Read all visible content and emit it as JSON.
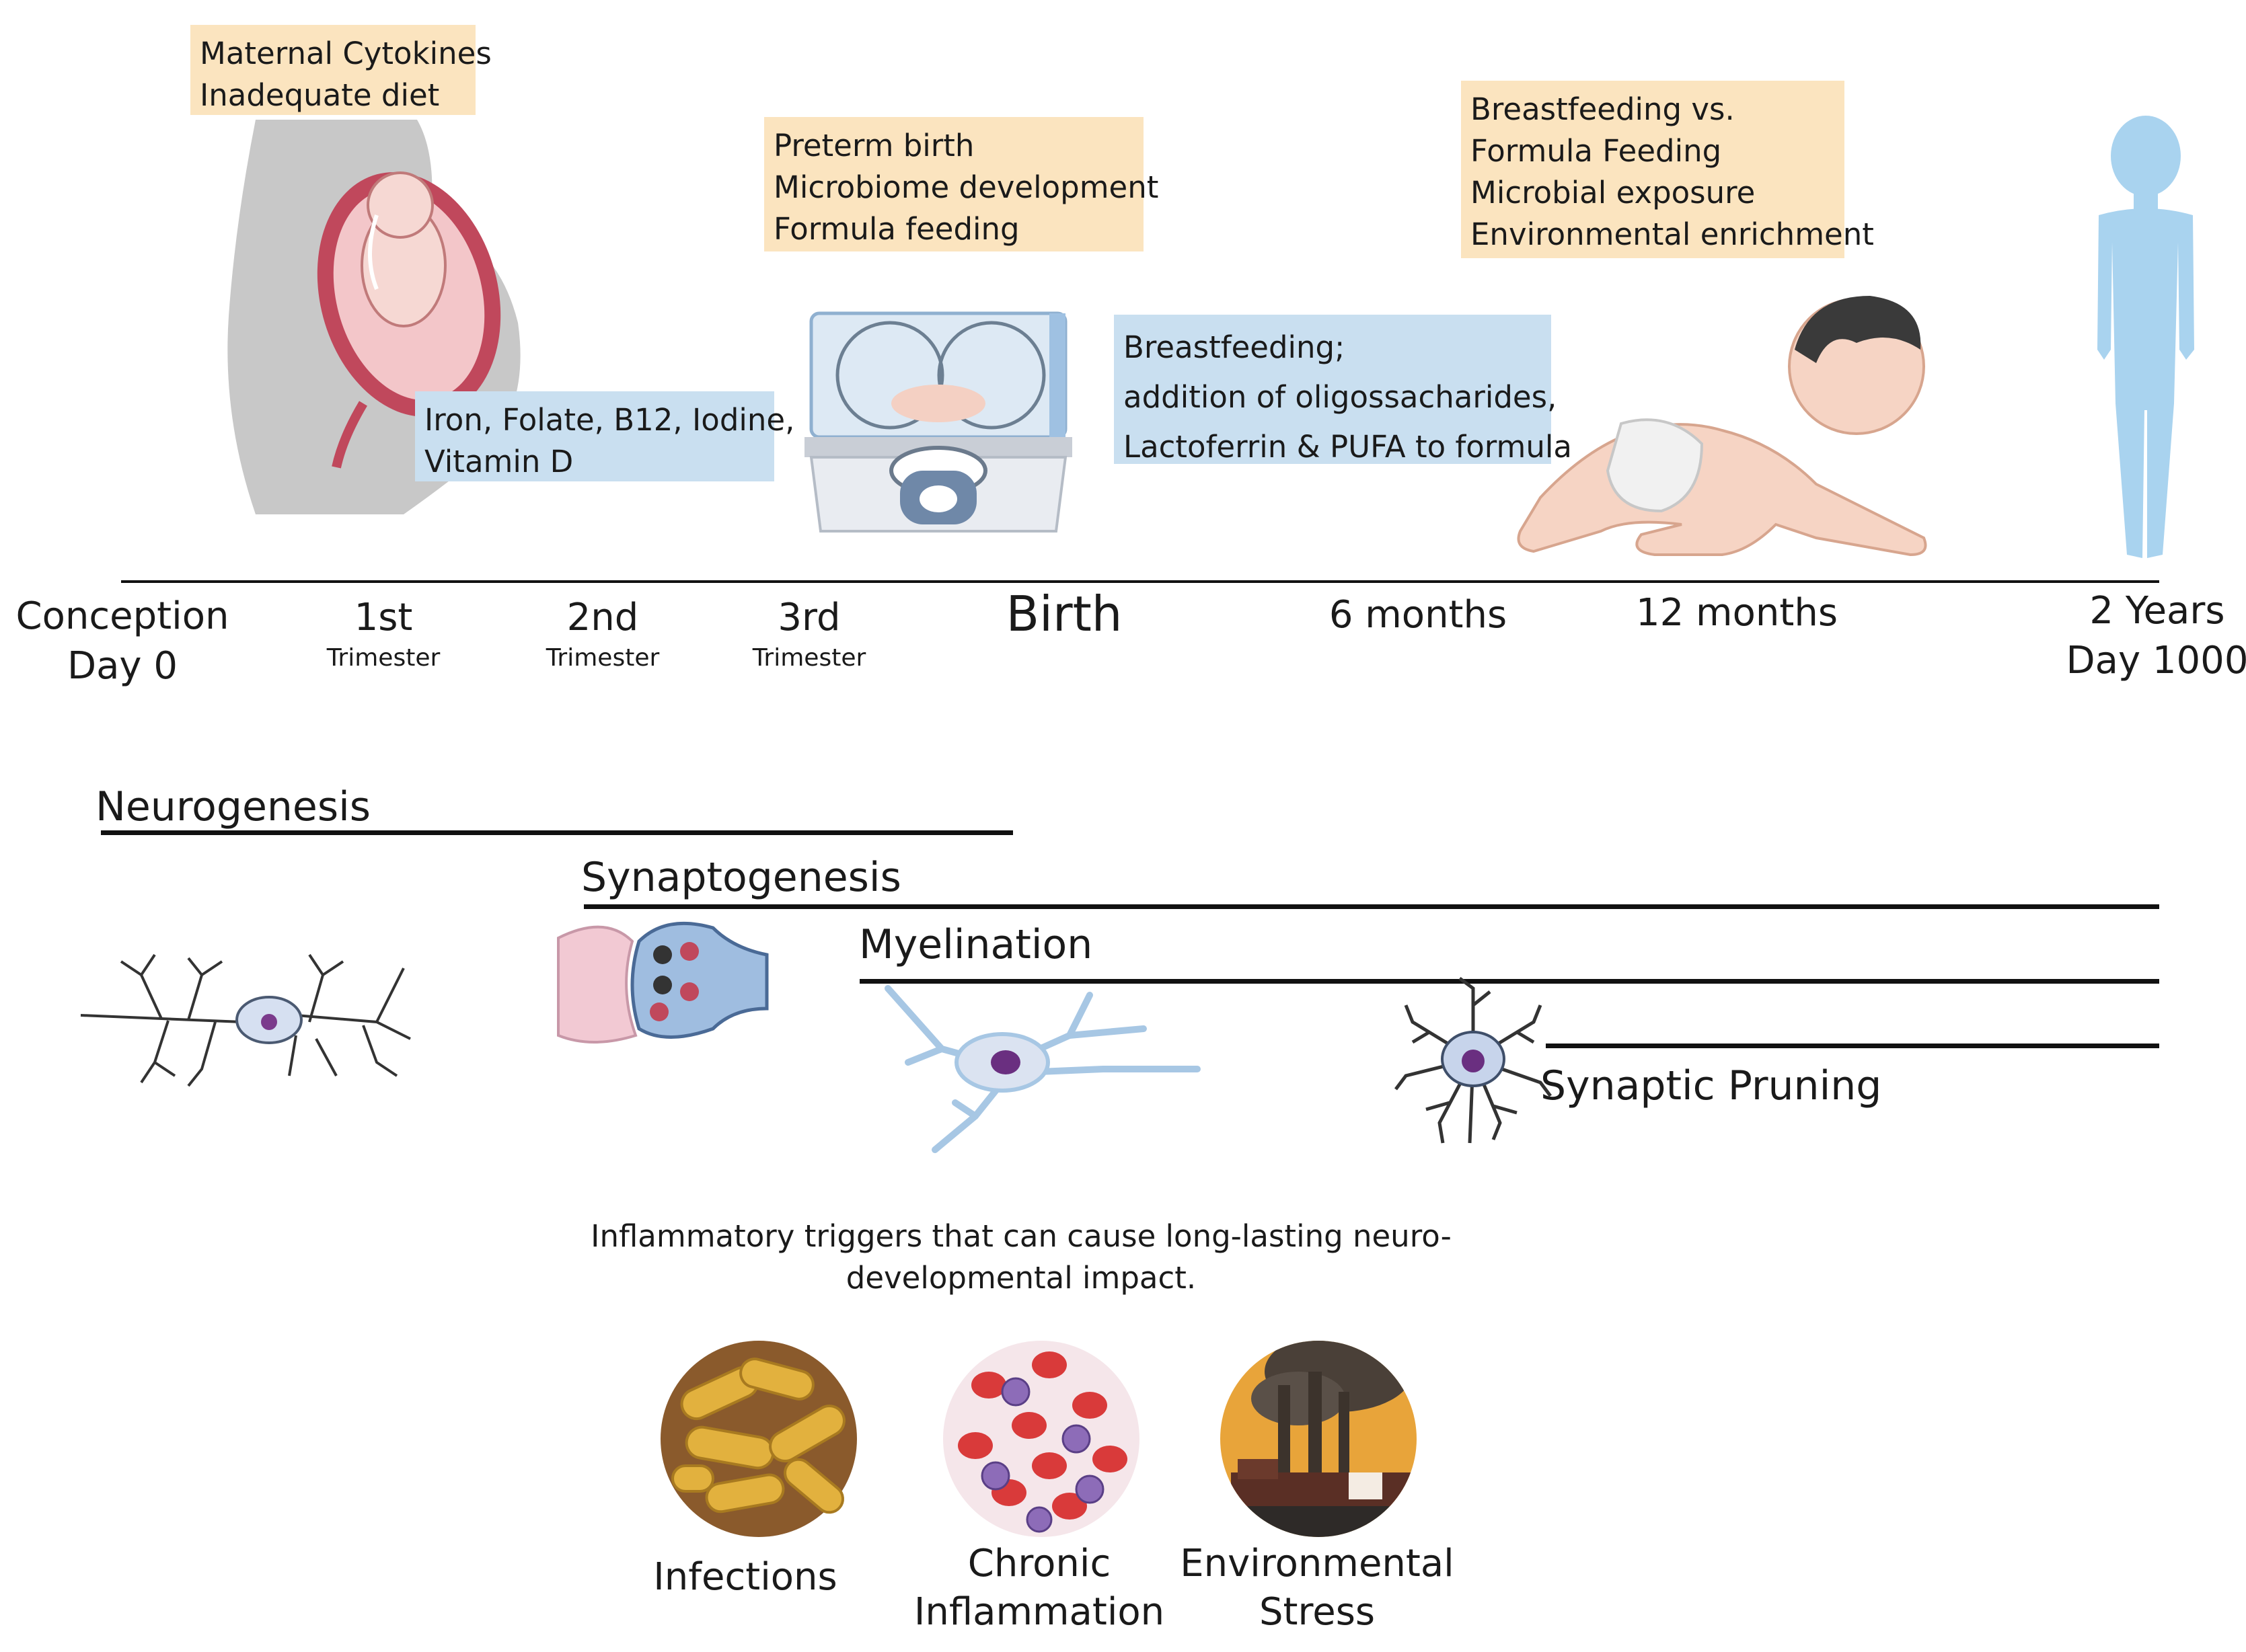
{
  "colors": {
    "note_orange": "#fbe4bf",
    "note_blue": "#c9dff0",
    "line": "#111111",
    "child_blue": "#a9d3ef",
    "mother_gray": "#c8c8c8",
    "womb": "#c0485c"
  },
  "notes": {
    "maternal": [
      "Maternal Cytokines",
      "Inadequate diet"
    ],
    "nutrients": [
      "Iron, Folate, B12, Iodine,",
      "Vitamin D"
    ],
    "preterm": [
      "Preterm birth",
      "Microbiome development",
      "Formula feeding"
    ],
    "breastfeeding": [
      "Breastfeeding;",
      "addition of oligossacharides,",
      "Lactoferrin & PUFA  to formula"
    ],
    "infant": [
      "Breastfeeding vs.",
      "Formula Feeding",
      "Microbial exposure",
      "Environmental enrichment"
    ]
  },
  "timeline": {
    "conception": [
      "Conception",
      "Day 0"
    ],
    "t1": [
      "1st",
      "Trimester"
    ],
    "t2": [
      "2nd",
      "Trimester"
    ],
    "t3": [
      "3rd",
      "Trimester"
    ],
    "birth": "Birth",
    "m6": "6 months",
    "m12": "12 months",
    "y2": [
      "2 Years",
      "Day 1000"
    ]
  },
  "phases": {
    "neurogenesis": "Neurogenesis",
    "synaptogenesis": "Synaptogenesis",
    "myelination": "Myelination",
    "pruning": "Synaptic Pruning"
  },
  "triggers": {
    "caption": [
      "Inflammatory triggers that can cause long-lasting neuro-",
      "developmental impact."
    ],
    "infections": [
      "Infections"
    ],
    "chronic": [
      "Chronic",
      "Inflammation"
    ],
    "environmental": [
      "Environmental",
      "Stress"
    ]
  },
  "icons": [
    "pregnant-mother-icon",
    "incubator-icon",
    "crawling-baby-icon",
    "child-silhouette-icon",
    "neuron-icon",
    "synapse-icon",
    "oligodendrocyte-icon",
    "microglia-icon",
    "bacteria-icon",
    "blood-cells-icon",
    "factory-pollution-icon"
  ]
}
